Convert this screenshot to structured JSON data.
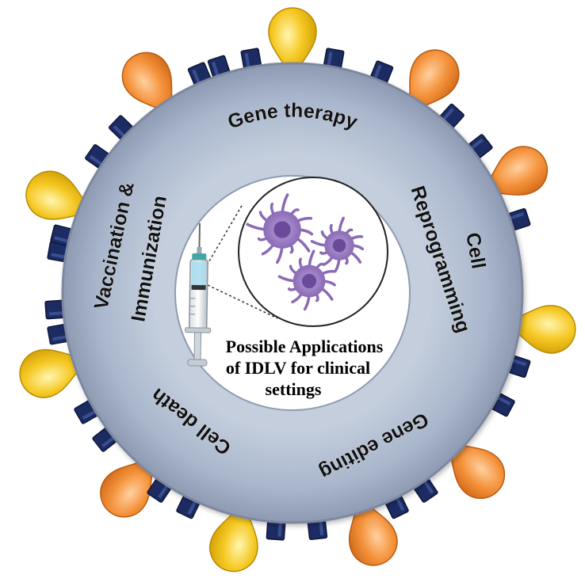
{
  "center": {
    "title_lines": [
      "Possible Applications",
      "of IDLV for clinical",
      "settings"
    ]
  },
  "applications": {
    "gene_therapy": "Gene therapy",
    "cell_reprogramming_line1": "Cell",
    "cell_reprogramming_line2": "Reprogramming",
    "gene_editing": "Gene editing",
    "cell_death": "Cell death",
    "vaccination_line1": "Vaccination &",
    "vaccination_line2": "Immunization"
  },
  "icons": {
    "syringe": "syringe-icon",
    "cells": "dendritic-cell-icon",
    "spike": "glycoprotein-spike-icon",
    "receptor": "receptor-protein-icon"
  },
  "colors": {
    "envelope_ring": "#a9b6cc",
    "inner_core": "#ffffff",
    "receptor": "#1c2c63",
    "spike_orange": "#f08a2c",
    "spike_yellow": "#f2c21c",
    "cell_purple": "#8a6ab5",
    "cell_nucleus": "#6a4a99"
  }
}
